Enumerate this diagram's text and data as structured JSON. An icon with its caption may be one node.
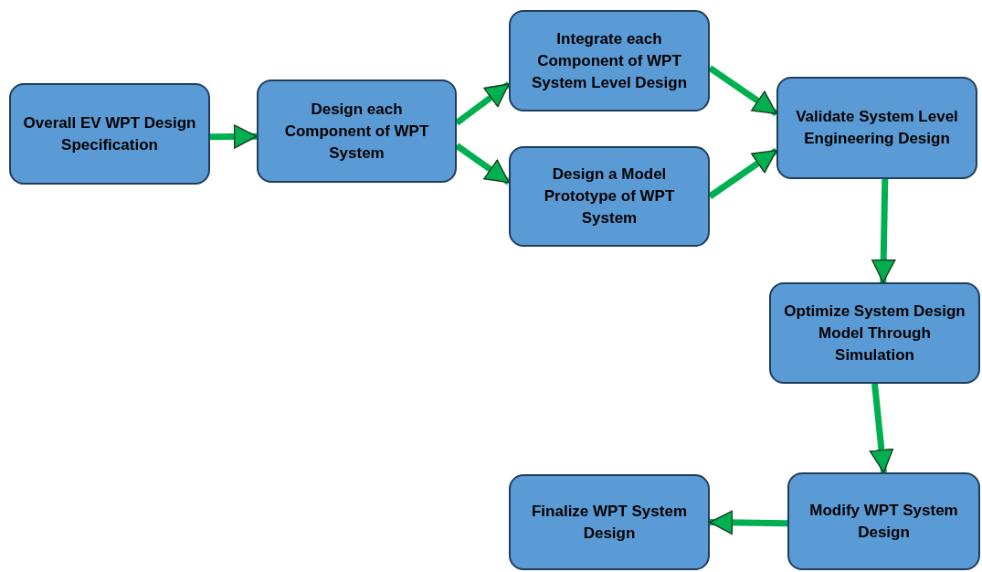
{
  "diagram": {
    "nodes": [
      {
        "text": [
          "Overall EV WPT Design Specification"
        ]
      },
      {
        "text": [
          "Design each Component of WPT System"
        ]
      },
      {
        "text": [
          "Integrate each Component of WPT System Level Design"
        ]
      },
      {
        "text": [
          "Design a Model Prototype of WPT System"
        ]
      },
      {
        "text": [
          "Validate System Level Engineering Design"
        ]
      },
      {
        "text": [
          "Optimize System Design Model Through Simulation"
        ]
      },
      {
        "text": [
          "Modify WPT System Design"
        ]
      },
      {
        "text": [
          "Finalize WPT System Design"
        ]
      }
    ],
    "edges": [
      {
        "from": 0,
        "to": 1,
        "arrow": "to"
      },
      {
        "from": 1,
        "to": 2,
        "arrow": "to"
      },
      {
        "from": 1,
        "to": 3,
        "arrow": "to"
      },
      {
        "from": 2,
        "to": 4,
        "arrow": "to"
      },
      {
        "from": 3,
        "to": 4,
        "arrow": "to"
      },
      {
        "from": 4,
        "to": 5,
        "arrow": "to"
      },
      {
        "from": 5,
        "to": 6,
        "arrow": "to"
      },
      {
        "from": 6,
        "to": 7,
        "arrow": "to"
      }
    ]
  }
}
